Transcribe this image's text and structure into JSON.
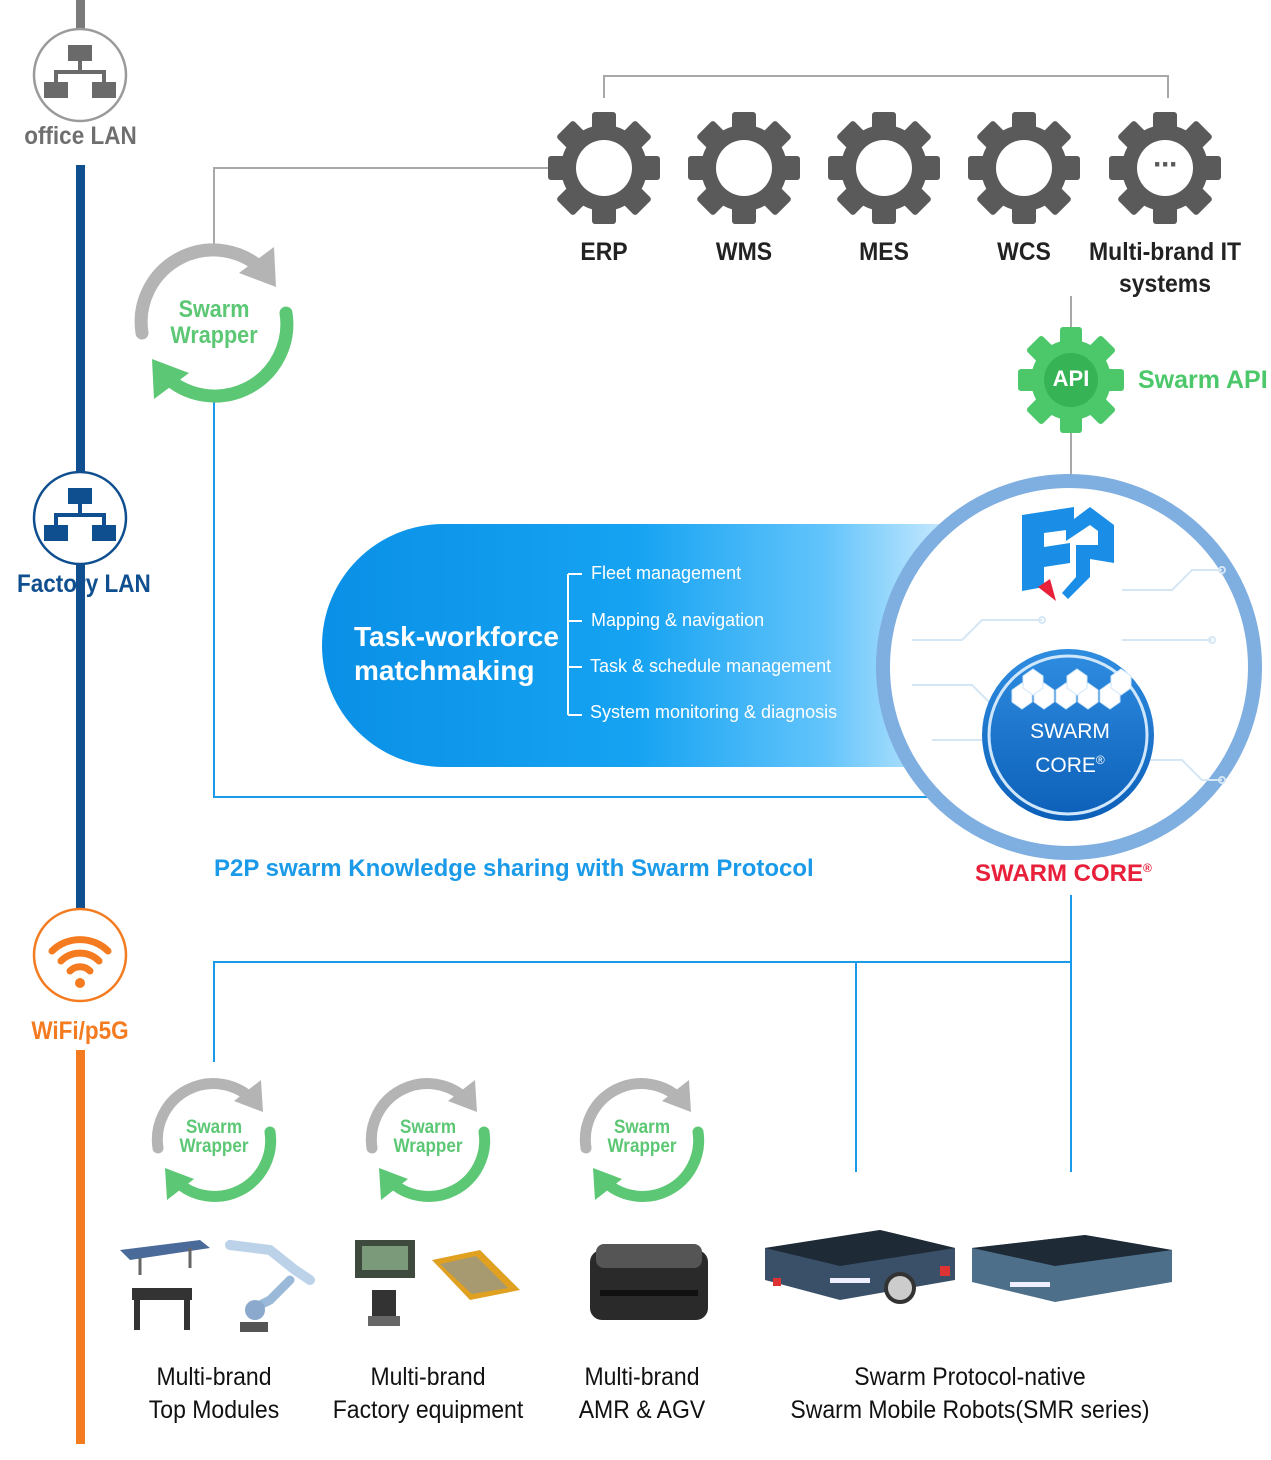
{
  "network": {
    "office_lan": "office LAN",
    "factory_lan": "Factory LAN",
    "wifi": "WiFi/p5G"
  },
  "systems": {
    "erp": "ERP",
    "wms": "WMS",
    "mes": "MES",
    "wcs": "WCS",
    "multi_line1": "Multi-brand IT",
    "multi_line2": "systems",
    "more_glyph": "···"
  },
  "api": {
    "gear_label": "API",
    "label": "Swarm API"
  },
  "wrapper": {
    "line1": "Swarm",
    "line2": "Wrapper"
  },
  "capsule": {
    "title_line1": "Task-workforce",
    "title_line2": "matchmaking",
    "features": [
      "Fleet management",
      "Mapping & navigation",
      "Task & schedule management",
      "System monitoring & diagnosis"
    ]
  },
  "core": {
    "badge_line1": "SWARM",
    "badge_line2": "CORE",
    "badge_reg": "®",
    "label": "SWARM CORE",
    "label_reg": "®"
  },
  "p2p_text": "P2P swarm Knowledge sharing with Swarm Protocol",
  "bottom": {
    "top_modules": [
      "Multi-brand",
      "Top Modules"
    ],
    "factory_equipment": [
      "Multi-brand",
      "Factory equipment"
    ],
    "amr_agv": [
      "Multi-brand",
      "AMR & AGV"
    ],
    "smr": [
      "Swarm Protocol-native",
      "Swarm Mobile Robots(SMR series)"
    ]
  },
  "colors": {
    "office_gray": "#7a7a7a",
    "factory_blue": "#0f4f8f",
    "wifi_orange": "#f47b20",
    "wrapper_green": "#5cc774",
    "api_green": "#4cc86a",
    "swarm_blue": "#1a9ae8",
    "core_red": "#e8203a",
    "gear_gray": "#5a5a5a"
  }
}
